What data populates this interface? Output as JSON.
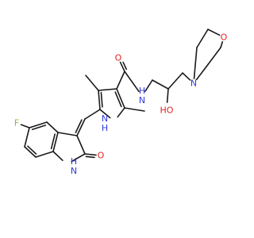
{
  "colors": {
    "bond": "#1a1a1a",
    "carbon_label": "#000000",
    "oxygen": "#e6211f",
    "nitrogen": "#2f3bd8",
    "fluorine": "#7fbf3f",
    "background": "#ffffff"
  },
  "atoms": {
    "f": "F",
    "o_lactam": "O",
    "nh_indole": "H\nN",
    "nh_pyrrole": "N\nH",
    "o_amide": "O",
    "nh_amide": "H\nN",
    "oh": "HO",
    "n_morph": "N",
    "o_morph": "O"
  }
}
